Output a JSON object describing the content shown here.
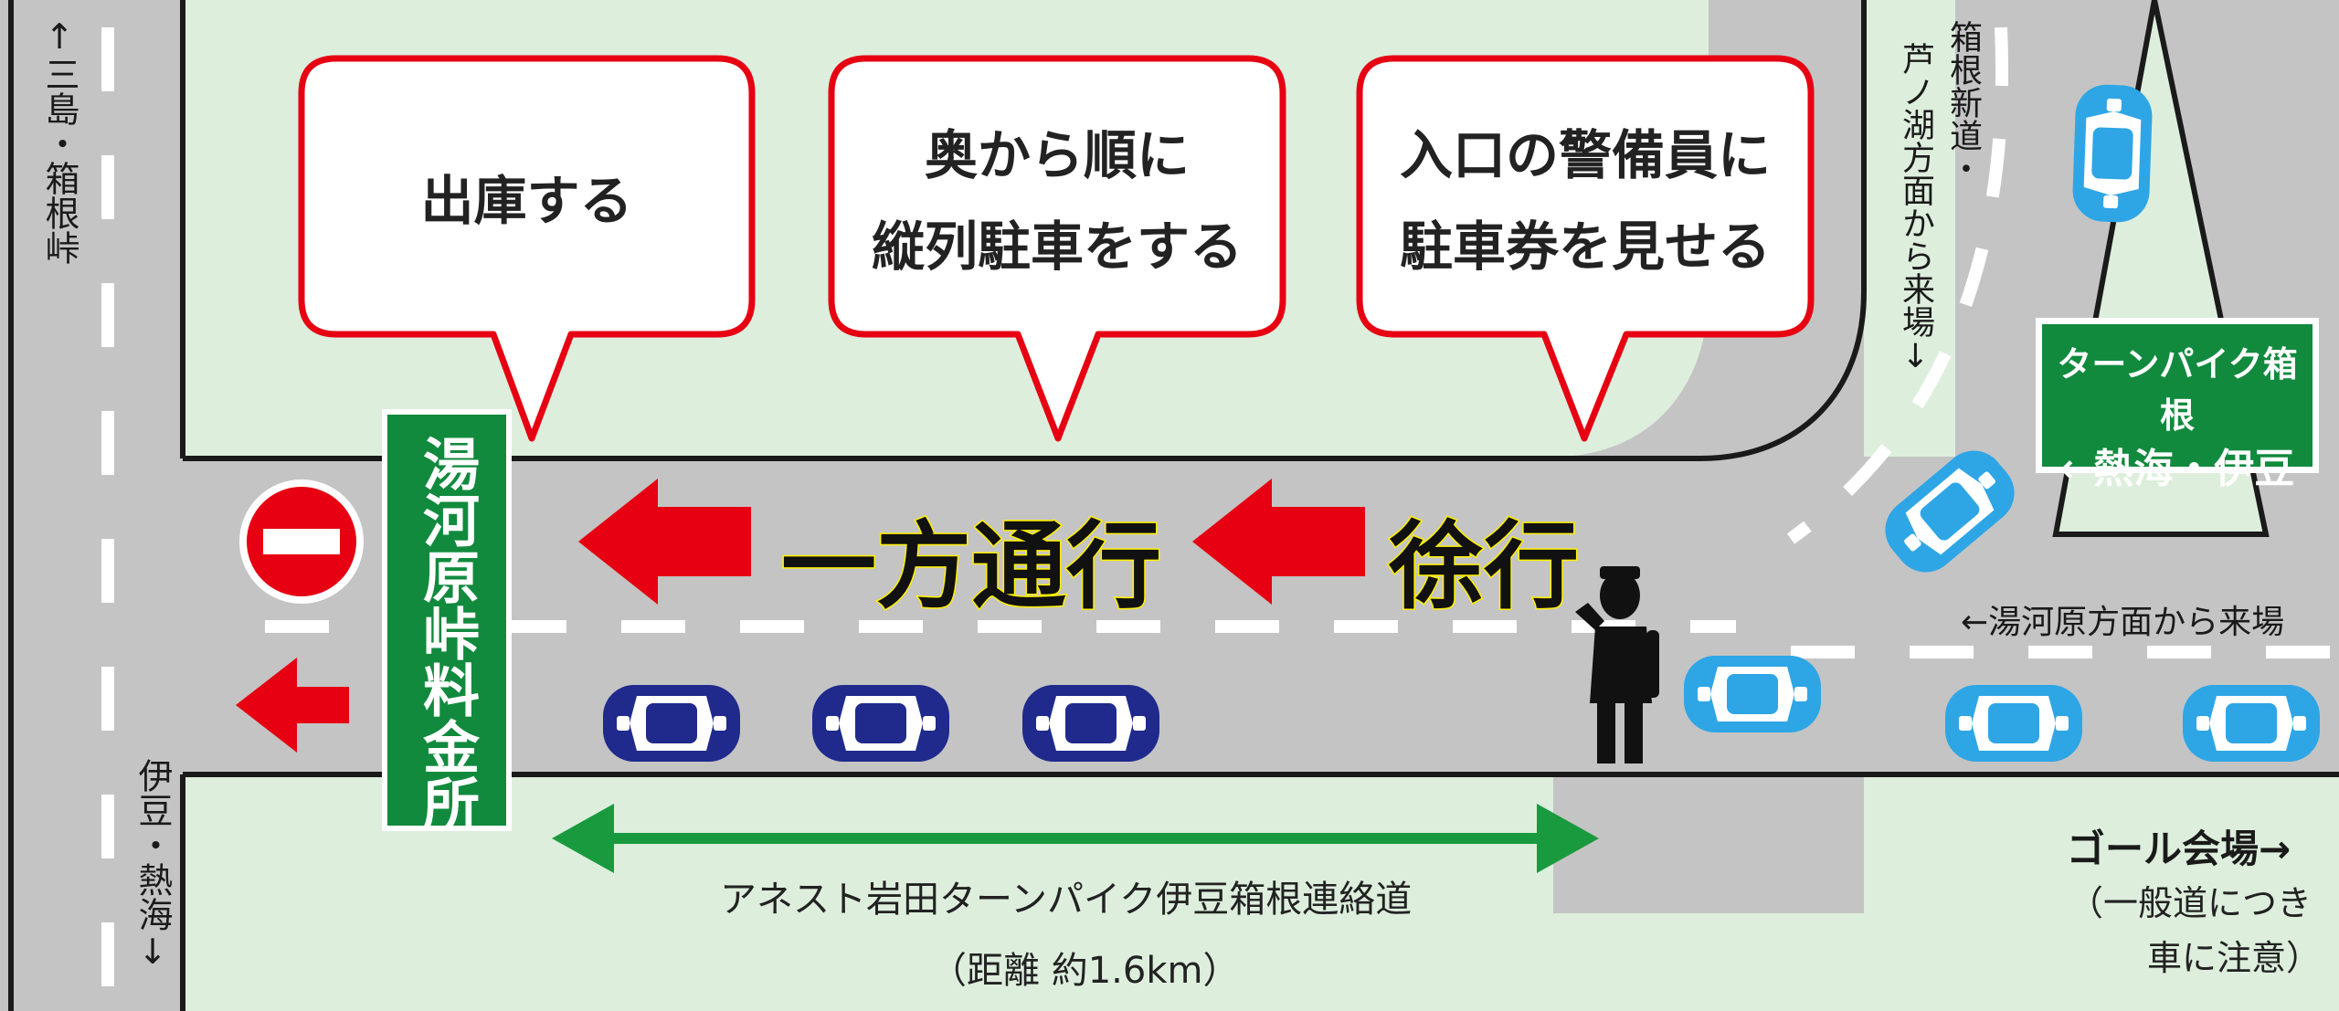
{
  "toll_gate": {
    "label": "湯河原峠料金所"
  },
  "speech_bubbles": [
    {
      "lines": [
        "出庫する"
      ]
    },
    {
      "lines": [
        "奥から順に",
        "縦列駐車をする"
      ]
    },
    {
      "lines": [
        "入口の警備員に",
        "駐車券を見せる"
      ]
    }
  ],
  "flow_labels": {
    "one_way": "一方通行",
    "slow": "徐行"
  },
  "direction_labels": {
    "left_top": "↑三島・箱根峠",
    "left_bottom": "伊豆・熱海↓",
    "top_right_line1": "箱根新道・",
    "top_right_line2": "芦ノ湖方面から来場↓",
    "right_mid": "←湯河原方面から来場"
  },
  "turnpike_sign": {
    "line1": "ターンパイク箱根",
    "line2": "←熱海・伊豆"
  },
  "road_name": {
    "name": "アネスト岩田ターンパイク伊豆箱根連絡道",
    "distance": "（距離 約1.6km）"
  },
  "goal": {
    "label": "ゴール会場→",
    "note_line1": "（一般道につき",
    "note_line2": "車に注意）"
  },
  "colors": {
    "road": "#c4c4c4",
    "grass": "#ddeedd",
    "arrow_red": "#e60012",
    "sign_green": "#118a3e",
    "parked_car": "#1f2a8c",
    "incoming_car": "#2ea6e6",
    "flow_text_outline": "#fff100"
  },
  "icons": [
    "no-entry-sign-icon",
    "red-left-arrow-icon",
    "green-double-arrow-icon",
    "parked-car-icon",
    "incoming-car-icon",
    "security-guard-icon"
  ]
}
